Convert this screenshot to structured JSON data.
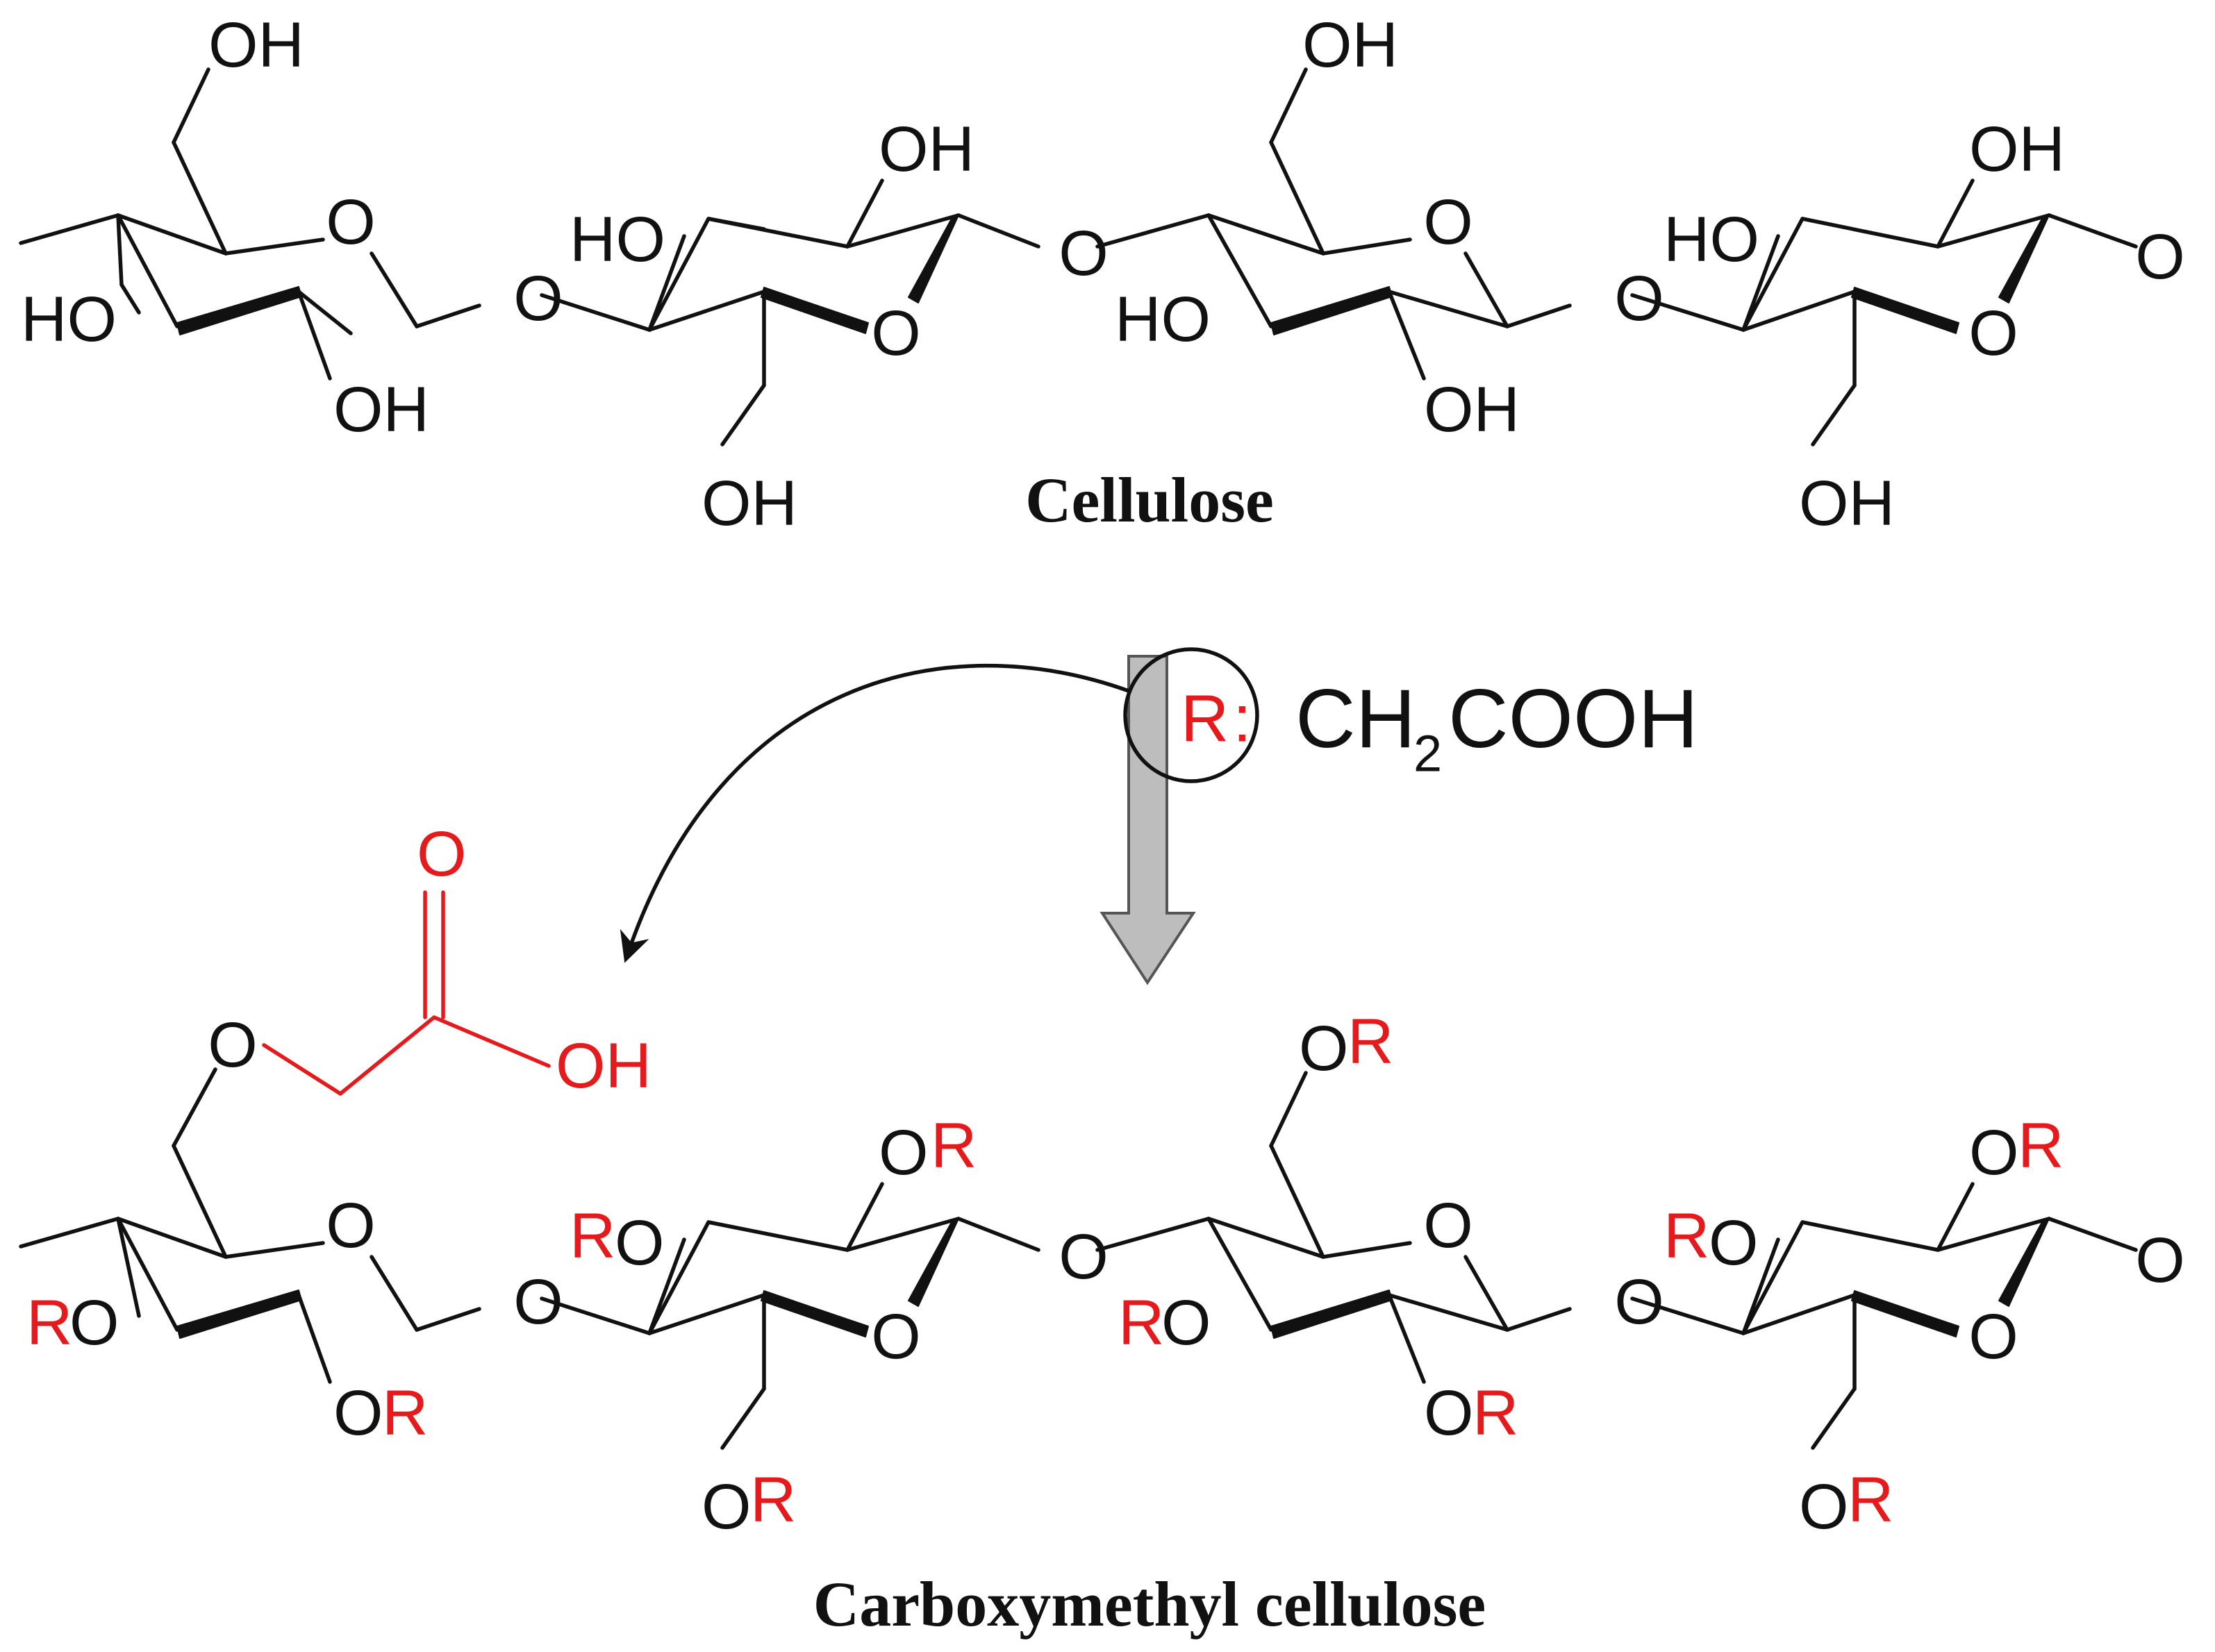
{
  "labels": {
    "cellulose": "Cellulose",
    "cmc": "Carboxymethyl cellulose",
    "oxygen": "O",
    "hydroxyl": "OH",
    "hydroxyl_left": "HO",
    "r_group": "R",
    "colon": ":",
    "substituent_prefix": "CH",
    "substituent_sub": "2",
    "substituent_suffix": "COOH"
  },
  "colors": {
    "bonds": "#111111",
    "substituent": "#e41a1c",
    "arrow_fill": "#bdbdbd"
  }
}
